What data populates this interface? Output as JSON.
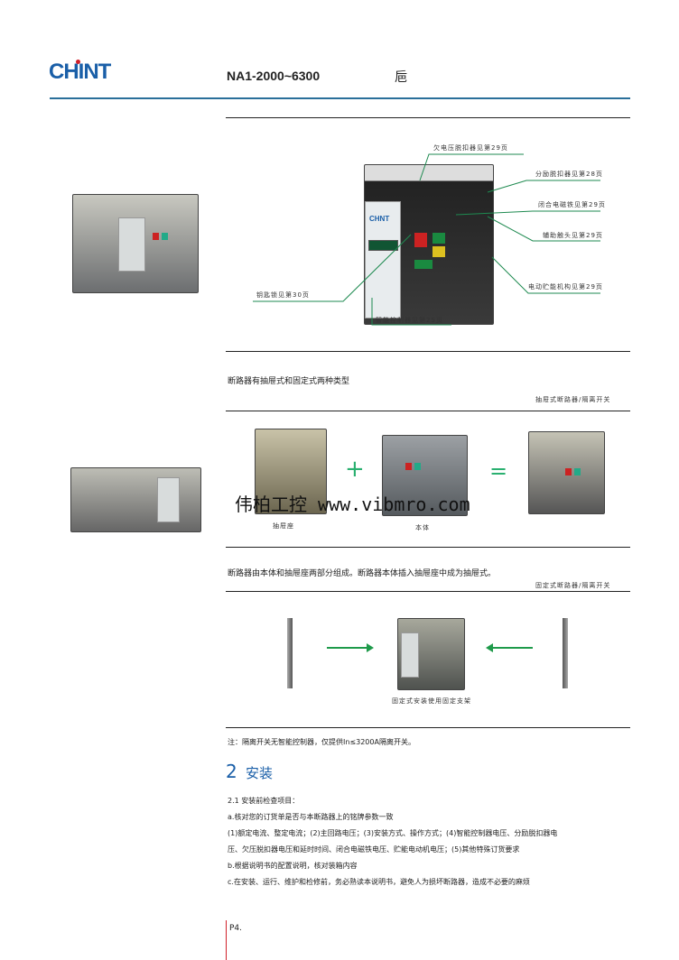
{
  "header": {
    "logo": "CHINT",
    "model": "NA1-2000~6300",
    "suffix": "巵"
  },
  "diagram": {
    "labels": [
      "欠电压脱扣器见第29页",
      "分励脱扣器见第28页",
      "闭合电磁铁见第29页",
      "辅助触头见第29页",
      "电动贮能机构见第29页",
      "钥匙锁见第30页",
      "智能控制器见第25页"
    ],
    "device_logo": "CHNT"
  },
  "types": {
    "intro": "断路器有抽屉式和固定式两种类型",
    "drawout_title": "抽屉式断路器/隔离开关",
    "caption_cradle": "抽屉座",
    "caption_body": "本体",
    "plus": "+",
    "equals": "=",
    "watermark": "伟柏工控 www.vibmro.com",
    "composition": "断路器由本体和抽屉座两部分组成。断路器本体插入抽屉座中成为抽屉式。",
    "fixed_title": "固定式断路器/隔离开关",
    "fixed_caption": "固定式安装使用固定支架"
  },
  "note": "注：隔离开关无智能控制器，仅提供In≤3200A隔离开关。",
  "section": {
    "number": "2",
    "title": "安装",
    "lines": [
      "2.1 安装前检查项目：",
      "a.核对您的订货单是否与本断路器上的铭牌参数一致",
      "(1)额定电流、整定电流；(2)主回路电压；(3)安装方式、操作方式；(4)智能控制器电压、分励脱扣器电",
      "压、欠压脱扣器电压和延时时间、闭合电磁铁电压、贮能电动机电压；(5)其他特殊订货要求",
      "b.根据说明书的配置说明，核对装箱内容",
      "c.在安装、运行、维护和检修前，务必熟读本说明书，避免人为损坏断路器，造成不必要的麻烦"
    ]
  },
  "footer": {
    "page": "P4."
  },
  "colors": {
    "brand": "#1a5fa8",
    "accent_red": "#d0202a",
    "rule_blue": "#2a6f9a",
    "leader": "#1e8a50"
  }
}
